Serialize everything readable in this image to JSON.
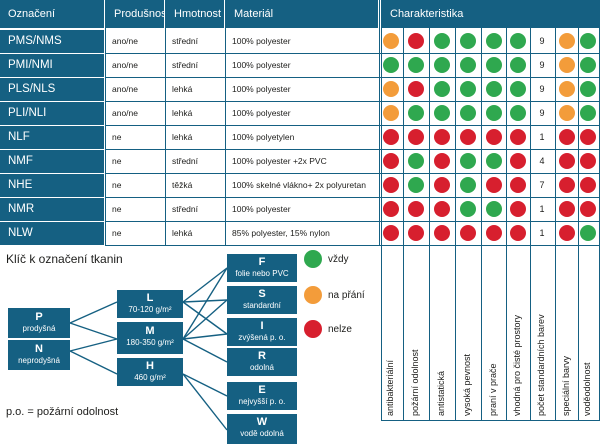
{
  "header": {
    "oznaceni": "Označení",
    "produsnost": "Produšnost",
    "hmotnost": "Hmotnost",
    "material": "Materiál",
    "charakteristika": "Charakteristika"
  },
  "rows": [
    {
      "name": "PMS/NMS",
      "prod": "ano/ne",
      "hmot": "střední",
      "mat": "100% polyester",
      "dots": [
        "orange",
        "red",
        "green",
        "green",
        "green",
        "green"
      ],
      "count": "9",
      "dots2": [
        "orange",
        "green"
      ]
    },
    {
      "name": "PMI/NMI",
      "prod": "ano/ne",
      "hmot": "střední",
      "mat": "100% polyester",
      "dots": [
        "green",
        "green",
        "green",
        "green",
        "green",
        "green"
      ],
      "count": "9",
      "dots2": [
        "orange",
        "green"
      ]
    },
    {
      "name": "PLS/NLS",
      "prod": "ano/ne",
      "hmot": "lehká",
      "mat": "100% polyester",
      "dots": [
        "orange",
        "red",
        "green",
        "green",
        "green",
        "green"
      ],
      "count": "9",
      "dots2": [
        "orange",
        "green"
      ]
    },
    {
      "name": "PLI/NLI",
      "prod": "ano/ne",
      "hmot": "lehká",
      "mat": "100% polyester",
      "dots": [
        "orange",
        "green",
        "green",
        "green",
        "green",
        "green"
      ],
      "count": "9",
      "dots2": [
        "orange",
        "green"
      ]
    },
    {
      "name": "NLF",
      "prod": "ne",
      "hmot": "lehká",
      "mat": "100% polyetylen",
      "dots": [
        "red",
        "red",
        "red",
        "red",
        "red",
        "red"
      ],
      "count": "1",
      "dots2": [
        "red",
        "red"
      ]
    },
    {
      "name": "NMF",
      "prod": "ne",
      "hmot": "střední",
      "mat": "100% polyester +2x PVC",
      "dots": [
        "red",
        "green",
        "red",
        "green",
        "green",
        "red"
      ],
      "count": "4",
      "dots2": [
        "red",
        "red"
      ]
    },
    {
      "name": "NHE",
      "prod": "ne",
      "hmot": "těžká",
      "mat": "100% skelné vlákno+ 2x polyuretan",
      "dots": [
        "red",
        "green",
        "red",
        "green",
        "red",
        "red"
      ],
      "count": "7",
      "dots2": [
        "red",
        "red"
      ]
    },
    {
      "name": "NMR",
      "prod": "ne",
      "hmot": "střední",
      "mat": "100% polyester",
      "dots": [
        "red",
        "red",
        "red",
        "green",
        "green",
        "red"
      ],
      "count": "1",
      "dots2": [
        "red",
        "red"
      ]
    },
    {
      "name": "NLW",
      "prod": "ne",
      "hmot": "lehká",
      "mat": "85% polyester, 15% nylon",
      "dots": [
        "red",
        "red",
        "red",
        "red",
        "red",
        "red"
      ],
      "count": "1",
      "dots2": [
        "red",
        "green"
      ]
    }
  ],
  "characteristics": [
    "antibakteriální",
    "požární odolnost",
    "antistatická",
    "vysoká pevnost",
    "praní v  prače",
    "vhodná pro čisté prostory",
    "počet standardních barev",
    "speciální barvy",
    "voděodolnost"
  ],
  "key": {
    "title": "Klíč k označení tkanin",
    "p_big": "P",
    "p_small": "prodyšná",
    "n_big": "N",
    "n_small": "neprodyšná",
    "l_big": "L",
    "l_small": "70-120 g/m²",
    "m_big": "M",
    "m_small": "180-350 g/m²",
    "h_big": "H",
    "h_small": "460 g/m²",
    "f_big": "F",
    "f_small": "folie nebo PVC",
    "s_big": "S",
    "s_small": "standardní",
    "i_big": "I",
    "i_small": "zvýšená p. o.",
    "r_big": "R",
    "r_small": "odolná",
    "e_big": "E",
    "e_small": "nejvyšší  p. o.",
    "w_big": "W",
    "w_small": "vodě odolná",
    "note": "p.o.  = požární odolnost"
  },
  "legend": [
    {
      "color": "green",
      "label": "vždy"
    },
    {
      "color": "orange",
      "label": "na přání"
    },
    {
      "color": "red",
      "label": "nelze"
    }
  ],
  "colors": {
    "primary": "#156082",
    "green": "#2fa84f",
    "orange": "#f39c3a",
    "red": "#d71f2e"
  }
}
